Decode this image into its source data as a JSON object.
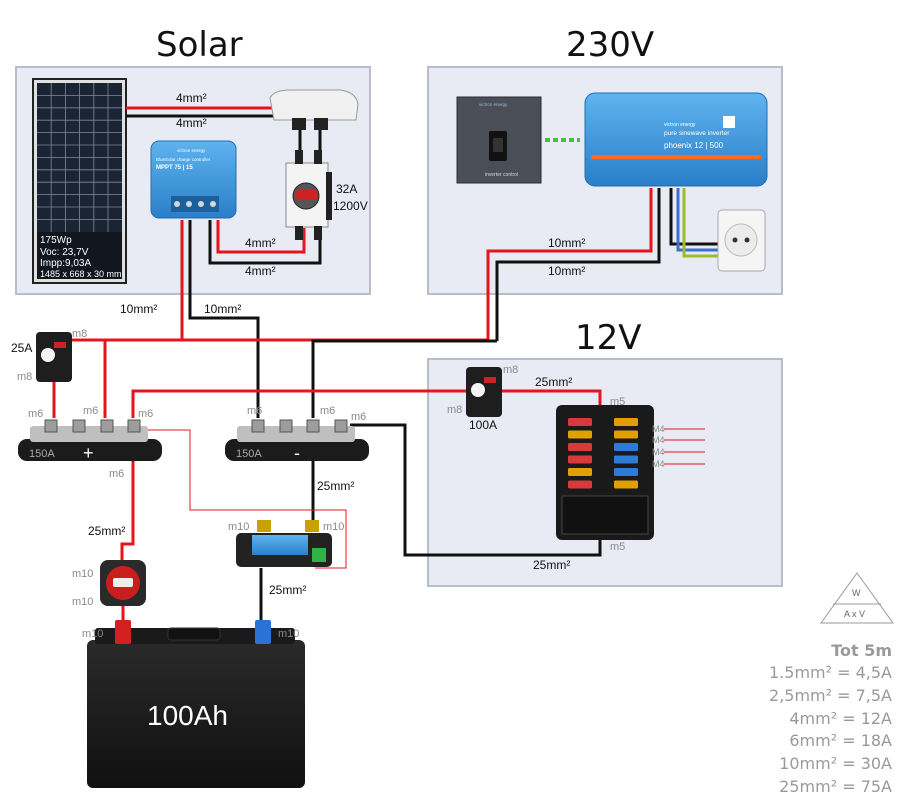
{
  "sections": {
    "solar": "Solar",
    "ac": "230V",
    "dc12": "12V"
  },
  "panel": {
    "power": "175Wp",
    "voc": "Voc: 23,7V",
    "impp": "Impp:9,03A",
    "size": "1485 x 668 x 30 mm"
  },
  "controller": {
    "brand": "victron energy",
    "title": "BlueSolar charge controller",
    "model": "MPPT 75 | 15"
  },
  "disconnect": {
    "current": "32A",
    "voltage": "1200V"
  },
  "inverter": {
    "brand": "victron energy",
    "line1": "pure sinewave inverter",
    "line2": "phoenix 12 | 500"
  },
  "remote": {
    "brand": "victron energy",
    "label": "inverter control"
  },
  "fuse_solar": "25A",
  "fuse_main": "100A",
  "busbar_pos": {
    "rating": "150A",
    "sign": "+"
  },
  "busbar_neg": {
    "rating": "150A",
    "sign": "-"
  },
  "battery": {
    "capacity": "100Ah"
  },
  "wire_labels": {
    "pv_top": "4mm²",
    "pv_bottom": "4mm²",
    "mppt_pos": "4mm²",
    "mppt_neg": "4mm²",
    "mppt_out_pos": "10mm²",
    "mppt_out_neg": "10mm²",
    "inv_pos": "10mm²",
    "inv_neg": "10mm²",
    "bus_to_switch": "25mm²",
    "shunt_to_neg": "25mm²",
    "shunt_to_batt": "25mm²",
    "fuse_to_box": "25mm²",
    "box_neg": "25mm²"
  },
  "terminals": {
    "m8": "m8",
    "m6": "m6",
    "m5": "m5",
    "m10": "m10",
    "M4": "M4"
  },
  "ohms": {
    "w": "W",
    "axv": "A x V"
  },
  "legend": {
    "title": "Tot 5m",
    "rows": [
      "1.5mm² = 4,5A",
      "2,5mm² = 7,5A",
      "4mm² = 12A",
      "6mm² = 18A",
      "10mm² = 30A",
      "25mm² = 75A"
    ]
  },
  "colors": {
    "red": "#e8141b",
    "black": "#111111",
    "victron_blue": "#2f8fd8",
    "box_border": "#b9bcc9",
    "box_fill": "#e8ebf4",
    "grey_text": "#8a8a8a"
  }
}
